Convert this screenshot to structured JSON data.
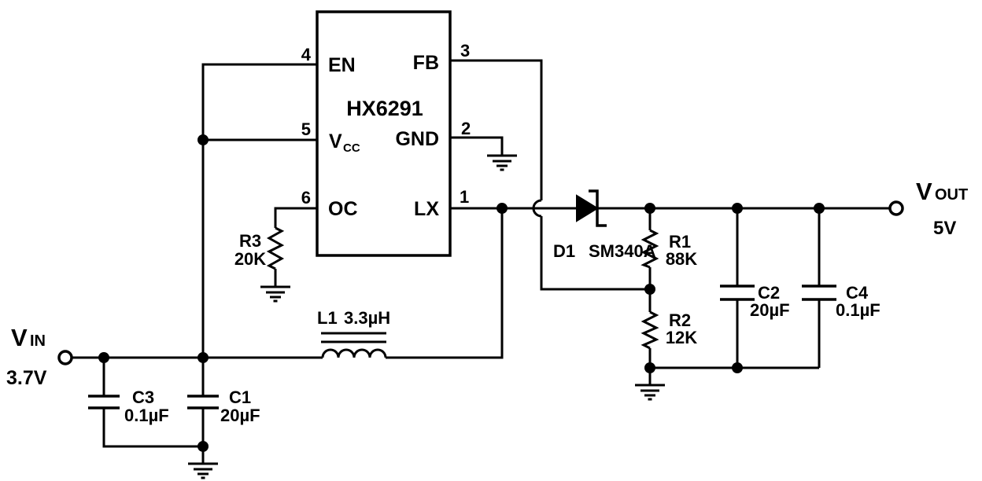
{
  "ic": {
    "part_number": "HX6291",
    "pins": {
      "en": {
        "num": "4",
        "label": "EN"
      },
      "vcc": {
        "num": "5",
        "label": "V",
        "label_sub": "CC"
      },
      "oc": {
        "num": "6",
        "label": "OC"
      },
      "fb": {
        "num": "3",
        "label": "FB"
      },
      "gnd": {
        "num": "2",
        "label": "GND"
      },
      "lx": {
        "num": "1",
        "label": "LX"
      }
    }
  },
  "components": {
    "r1": {
      "ref": "R1",
      "value": "88K"
    },
    "r2": {
      "ref": "R2",
      "value": "12K"
    },
    "r3": {
      "ref": "R3",
      "value": "20K"
    },
    "c1": {
      "ref": "C1",
      "value": "20µF"
    },
    "c2": {
      "ref": "C2",
      "value": "20µF"
    },
    "c3": {
      "ref": "C3",
      "value": "0.1µF"
    },
    "c4": {
      "ref": "C4",
      "value": "0.1µF"
    },
    "l1": {
      "ref": "L1",
      "value": "3.3µH"
    },
    "d1": {
      "ref": "D1",
      "value": "SM340A"
    }
  },
  "ports": {
    "vin": {
      "label": "V",
      "label_sub": "IN",
      "voltage": "3.7V"
    },
    "vout": {
      "label": "V",
      "label_sub": "OUT",
      "voltage": "5V"
    }
  },
  "colors": {
    "wire": "#000000",
    "background": "#ffffff"
  }
}
